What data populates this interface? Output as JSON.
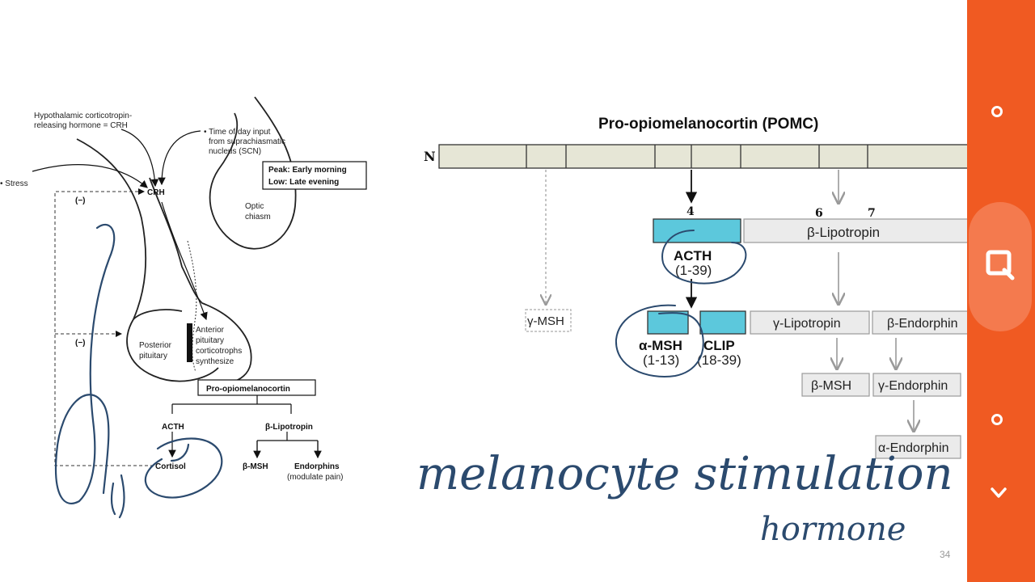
{
  "left_figure": {
    "crh_source": "Hypothalamic corticotropin-\nreleasing hormone = CRH",
    "time_input": "Time of day input\nfrom suprachiasmatic\nnucleus (SCN)",
    "peak_low": [
      "Peak: Early morning",
      "Low: Late evening"
    ],
    "stress": "Stress",
    "crh": "CRH",
    "neg1": "(−)",
    "neg2": "(−)",
    "optic": "Optic\nchiasm",
    "posterior": "Posterior\npituitary",
    "anterior": "Anterior\npituitary\ncorticotrophs\nsynthesize",
    "pomc": "Pro-opiomelanocortin",
    "acth": "ACTH",
    "beta_lipotropin": "β-Lipotropin",
    "cortisol": "Cortisol",
    "beta_msh": "β-MSH",
    "endorphins": "Endorphins",
    "modulate": "(modulate pain)"
  },
  "right_figure": {
    "title": "Pro-opiomelanocortin (POMC)",
    "n_label": "N",
    "site_4": "4",
    "site_6": "6",
    "site_7": "7",
    "acth": "ACTH",
    "acth_range": "(1-39)",
    "beta_lipotropin": "β-Lipotropin",
    "gamma_msh": "γ-MSH",
    "alpha_msh": "α-MSH",
    "alpha_msh_range": "(1-13)",
    "clip": "CLIP",
    "clip_range": "(18-39)",
    "gamma_lipotropin": "γ-Lipotropin",
    "beta_endorphin": "β-Endorphin",
    "beta_msh": "β-MSH",
    "gamma_endorphin": "γ-Endorphin",
    "alpha_endorphin": "α-Endorphin"
  },
  "handwriting": {
    "line1": "melanocyte stimulation",
    "line2": "hormone"
  },
  "page_number": "34",
  "colors": {
    "sidebar": "#f05a22",
    "cleavage_box": "#5cc8dc",
    "pomc_bar": "#e6e6d6"
  }
}
